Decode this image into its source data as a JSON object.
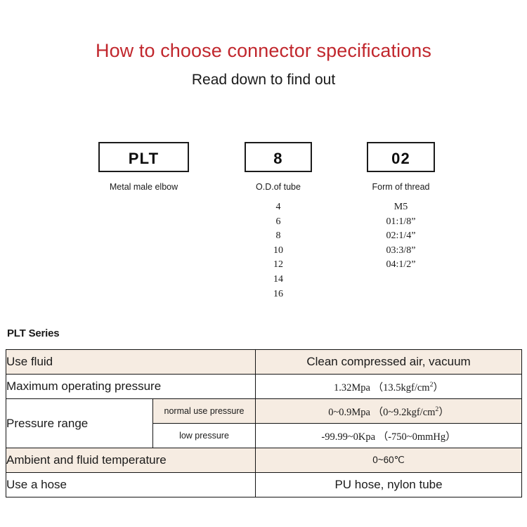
{
  "header": {
    "title": "How to choose connector specifications",
    "subtitle": "Read down to find out",
    "title_color": "#c1272d"
  },
  "code_breakdown": {
    "columns": [
      {
        "code": "PLT",
        "caption": "Metal male elbow",
        "options": []
      },
      {
        "code": "8",
        "caption": "O.D.of tube",
        "options": [
          "4",
          "6",
          "8",
          "10",
          "12",
          "14",
          "16"
        ]
      },
      {
        "code": "02",
        "caption": "Form of thread",
        "options": [
          "M5",
          "01:1/8”",
          "02:1/4”",
          "03:3/8”",
          "04:1/2”"
        ]
      }
    ]
  },
  "spec": {
    "heading": "PLT Series",
    "rows": [
      {
        "label": "Use fluid",
        "value": "Clean compressed air, vacuum",
        "shade": "beige"
      },
      {
        "label": "Maximum operating pressure",
        "value_main": "1.32Mpa",
        "value_paren": "（13.5kgf/cm",
        "value_sup": "2",
        "value_tail": "）",
        "shade": "white"
      },
      {
        "label": "Pressure range",
        "sub_rows": [
          {
            "sub_label": "normal use pressure",
            "value_main": "0~0.9Mpa",
            "value_paren": "（0~9.2kgf/cm",
            "value_sup": "2",
            "value_tail": "）",
            "shade": "beige"
          },
          {
            "sub_label": "low pressure",
            "value_main": "-99.99~0Kpa",
            "value_paren": "（-750~0mmHg）",
            "shade": "white"
          }
        ]
      },
      {
        "label": "Ambient and fluid temperature",
        "value": "0~60℃",
        "shade": "beige"
      },
      {
        "label": "Use a hose",
        "value": "PU hose, nylon tube",
        "shade": "white"
      }
    ]
  },
  "colors": {
    "beige": "#f6ece2",
    "border": "#141414",
    "text": "#1a1a1a",
    "accent": "#c1272d"
  }
}
